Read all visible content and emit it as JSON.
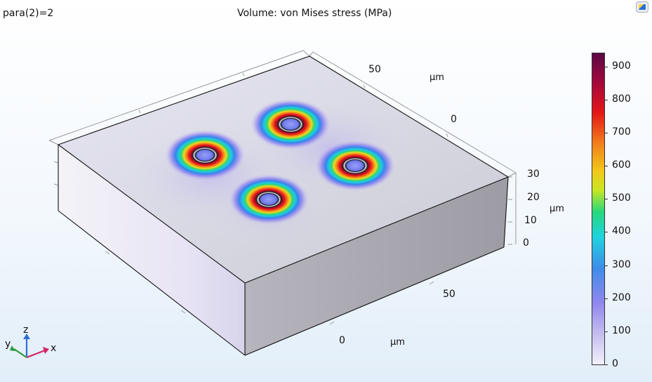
{
  "header": {
    "param_text": "para(2)=2",
    "plot_title": "Volume: von Mises stress (MPa)"
  },
  "colorbar": {
    "ticks": [
      "0",
      "100",
      "200",
      "300",
      "400",
      "500",
      "600",
      "700",
      "800",
      "900"
    ],
    "max_value": 940
  },
  "axes": {
    "back_ticks": [
      "50",
      "0"
    ],
    "back_unit": "µm",
    "z_ticks": [
      "30",
      "20",
      "10",
      "0"
    ],
    "z_unit": "µm",
    "front_ticks": [
      "50",
      "0"
    ],
    "front_unit": "µm"
  },
  "triad": {
    "z": "z",
    "y": "y",
    "x": "x"
  },
  "colors": {
    "top_face": "#d9d8e6",
    "left_face": "#e6e3f2",
    "right_face": "#a7a6ae",
    "edge": "#111111"
  },
  "icons": {
    "corner": "graphics-window-icon"
  }
}
